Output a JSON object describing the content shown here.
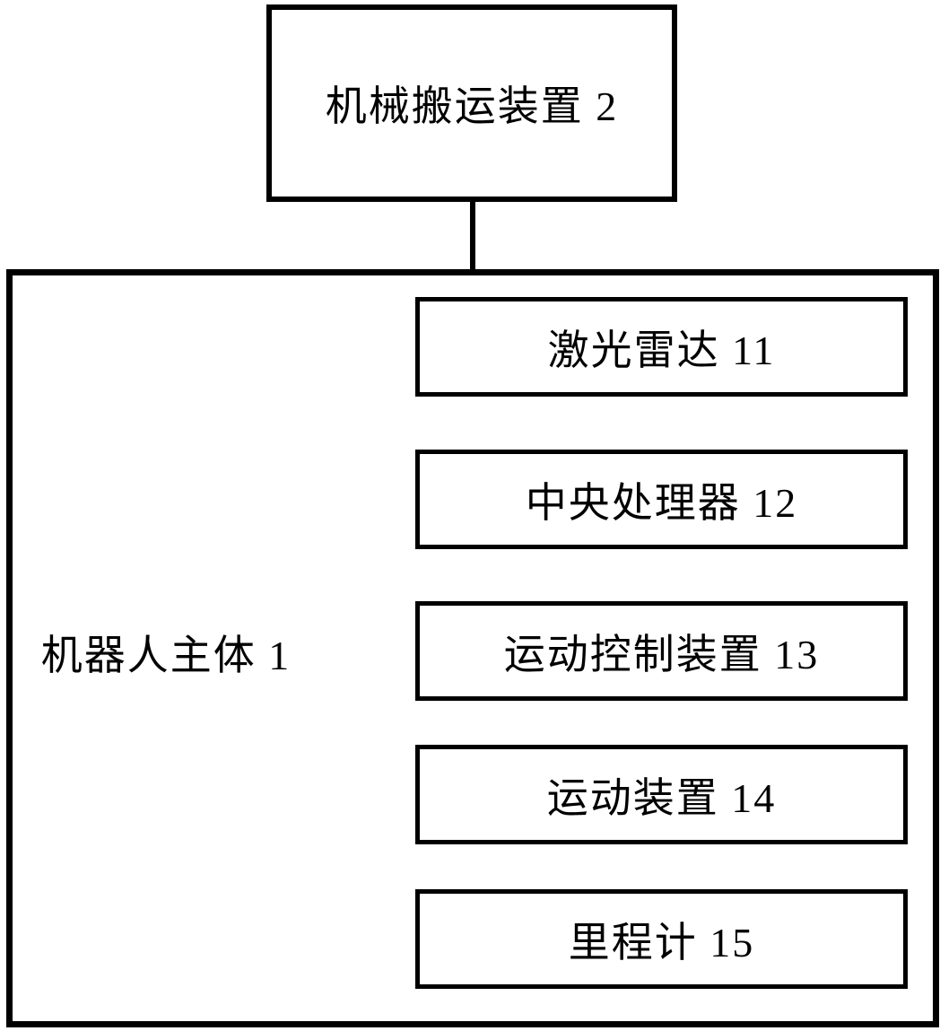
{
  "diagram": {
    "title": "robot-system-block-diagram",
    "colors": {
      "line": "#000000",
      "background": "#ffffff",
      "text": "#000000"
    },
    "top_box": {
      "label": "机械搬运装置 2"
    },
    "outer_box": {
      "label": "机器人主体 1"
    },
    "inner_boxes": [
      {
        "label": "激光雷达 11"
      },
      {
        "label": "中央处理器 12"
      },
      {
        "label": "运动控制装置 13"
      },
      {
        "label": "运动装置 14"
      },
      {
        "label": "里程计 15"
      }
    ],
    "connections": [
      {
        "from": "机械搬运装置 2",
        "to": "机器人主体 1",
        "type": "vertical-line"
      }
    ]
  }
}
